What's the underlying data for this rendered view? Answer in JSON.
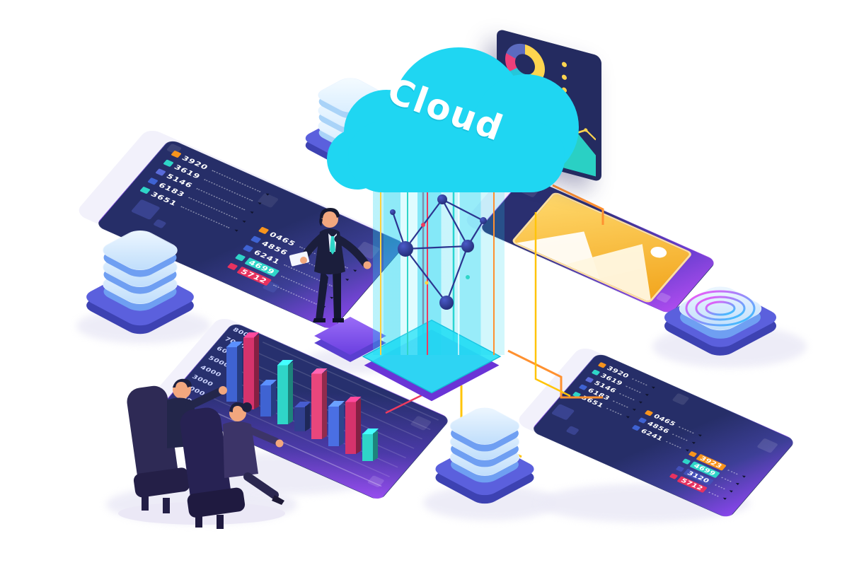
{
  "cloud": {
    "label": "Cloud",
    "color": "#1fd6f2"
  },
  "palette": {
    "panel_navy": "#262e68",
    "panel_purple": "#8a46ee",
    "accent_orange": "#f7941d",
    "accent_teal": "#2fd5c8",
    "accent_red": "#e8325f",
    "accent_blue": "#3f63d2",
    "accent_indigo": "#4350b8",
    "line_yellow": "#ffc40a",
    "line_orange": "#ff9130"
  },
  "misc": {
    "arrow": "◂"
  },
  "left_panel": {
    "col1": [
      {
        "value": "3920",
        "color": "#f7941d"
      },
      {
        "value": "3619",
        "color": "#2fd5c8"
      },
      {
        "value": "5146",
        "color": "#5a6bd8"
      },
      {
        "value": "6183",
        "color": "#3f63d2"
      },
      {
        "value": "3651",
        "color": "#2fd5c8"
      }
    ],
    "col2": [
      {
        "value": "0465",
        "color": "#f7941d"
      },
      {
        "value": "4856",
        "color": "#3f63d2"
      },
      {
        "value": "6241",
        "color": "#3f63d2"
      },
      {
        "value": "4699",
        "color": "#2fd5c8",
        "filled": true
      },
      {
        "value": "5712",
        "color": "#e8325f",
        "filled": true
      }
    ]
  },
  "right_panel": {
    "col1": [
      {
        "value": "3920",
        "color": "#f7941d"
      },
      {
        "value": "3619",
        "color": "#2fd5c8"
      },
      {
        "value": "5146",
        "color": "#5a6bd8"
      },
      {
        "value": "6183",
        "color": "#3f63d2"
      },
      {
        "value": "3651",
        "color": "#2fd5c8"
      }
    ],
    "col2": [
      {
        "value": "0465",
        "color": "#f7941d"
      },
      {
        "value": "4856",
        "color": "#3f63d2"
      },
      {
        "value": "6241",
        "color": "#3f63d2"
      }
    ],
    "col3": [
      {
        "value": "3923",
        "color": "#f7941d",
        "filled": true
      },
      {
        "value": "4699",
        "color": "#2fd5c8",
        "filled": true
      },
      {
        "value": "3120",
        "color": "#4350b8",
        "filled": true
      },
      {
        "value": "5712",
        "color": "#e8325f",
        "filled": true
      }
    ]
  },
  "bar_chart": {
    "type": "bar",
    "y_labels": [
      "8000",
      "7000",
      "6000",
      "5000",
      "4000",
      "3000",
      "2000",
      "1000"
    ],
    "y_max": 8000,
    "values": [
      5200,
      6800,
      3000,
      5600,
      2300,
      6200,
      3800,
      4900,
      2600
    ],
    "colors": [
      "#3f63d2",
      "#d6336c",
      "#3f63d2",
      "#2fd5c8",
      "#31408f",
      "#e8467c",
      "#4a6fe3",
      "#d6336c",
      "#2fd5c8"
    ]
  },
  "donut": {
    "segments": [
      {
        "color": "#ffd54f",
        "pct": 40
      },
      {
        "color": "#26c6da",
        "pct": 25
      },
      {
        "color": "#ec407a",
        "pct": 15
      },
      {
        "color": "#5c6bc0",
        "pct": 20
      }
    ]
  },
  "area_chart": {
    "fill": "#2bd9c9",
    "line": "#ffd54f"
  }
}
